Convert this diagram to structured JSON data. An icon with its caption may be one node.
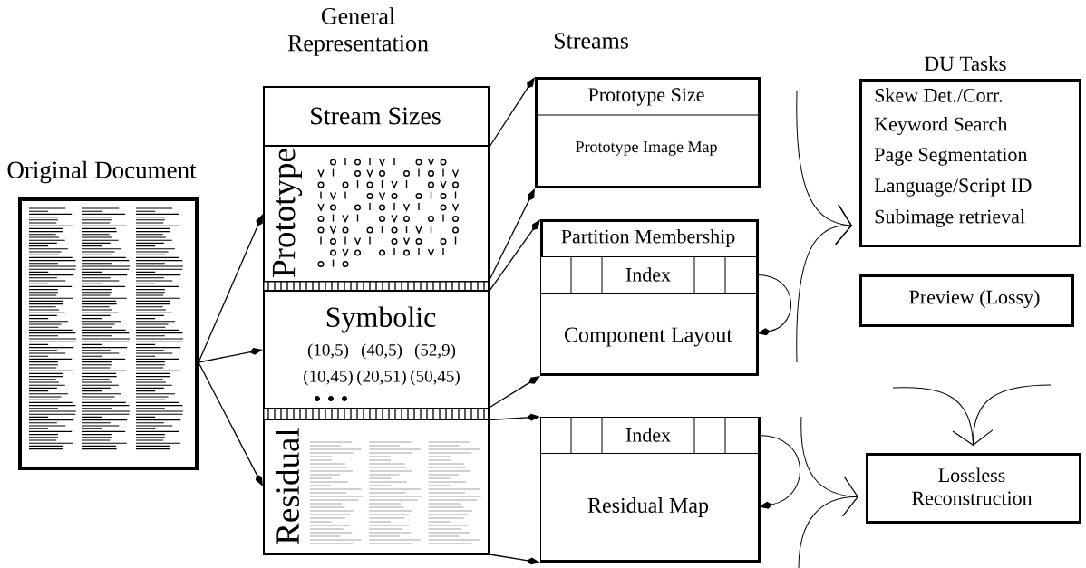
{
  "diagram": {
    "nodes": [
      {
        "text": [
          "Original Document"
        ]
      },
      {
        "text": [
          "General Representation"
        ]
      },
      {
        "text": [
          "Stream Sizes"
        ],
        "in": 1
      },
      {
        "text": [
          "Prototype"
        ],
        "in": 1
      },
      {
        "text": [],
        "shape": "bar",
        "in": 1
      },
      {
        "text": [
          "Symbolic",
          "(10,5)",
          "(40,5)",
          "(52,9)",
          "(10,45)",
          "(20,51)",
          "(50,45)"
        ],
        "in": 1
      },
      {
        "text": [],
        "shape": "bar",
        "in": 1
      },
      {
        "text": [
          "Residual"
        ],
        "in": 1
      },
      {
        "text": [
          "Prototype Size",
          "Prototype Image Map"
        ]
      },
      {
        "text": [
          "Partition Membership"
        ]
      },
      {
        "text": [
          "Index"
        ],
        "in": 9
      },
      {
        "text": [
          "Component Layout"
        ],
        "in": 9
      },
      {
        "text": [],
        "shape": "box"
      },
      {
        "text": [
          "Index"
        ],
        "in": 12
      },
      {
        "text": [
          "Residual Map"
        ],
        "in": 12
      },
      {
        "text": [
          "DU Tasks",
          "Skew Det./Corr.",
          "Keyword Search",
          "Page Segmentation",
          "Language/Script ID",
          "Subimage retrieval"
        ]
      },
      {
        "text": [
          "Preview (Lossy)"
        ]
      },
      {
        "text": [
          "Lossless Reconstruction"
        ]
      }
    ],
    "edges": [
      {
        "from": 0,
        "to": 3,
        "arrow": "to"
      },
      {
        "from": 0,
        "to": 5,
        "arrow": "to"
      },
      {
        "from": 0,
        "to": 7,
        "arrow": "to"
      },
      {
        "from": 2,
        "to": 8,
        "arrow": "to"
      },
      {
        "from": 4,
        "to": 8,
        "arrow": "to"
      },
      {
        "from": 4,
        "to": 9,
        "arrow": "to"
      },
      {
        "from": 6,
        "to": 9,
        "arrow": "to"
      },
      {
        "from": 6,
        "to": 12,
        "arrow": "to"
      },
      {
        "from": 7,
        "to": 12,
        "arrow": "to"
      },
      {
        "from": 10,
        "to": 11,
        "arrow": "to"
      },
      {
        "from": 13,
        "to": 14,
        "arrow": "to"
      },
      {
        "from": 8,
        "to": 15,
        "arrow": "to"
      },
      {
        "from": 9,
        "to": 15,
        "arrow": "to"
      },
      {
        "from": 12,
        "to": 17,
        "arrow": "to"
      },
      {
        "from": 16,
        "to": 17,
        "arrow": "to"
      }
    ],
    "labels": [
      "Streams"
    ]
  }
}
